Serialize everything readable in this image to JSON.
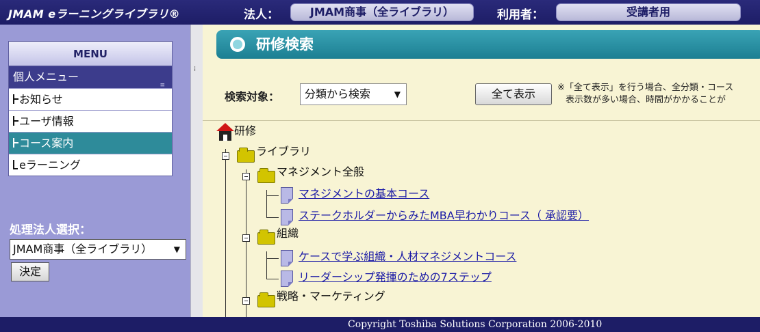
{
  "header": {
    "logo": "JMAM eラーニングライブラリ®",
    "corp_label": "法人：",
    "corp_value": "JMAM商事（全ライブラリ）",
    "user_label": "利用者：",
    "user_value": "受講者用"
  },
  "sidebar": {
    "menu_title": "MENU",
    "section": "個人メニュー",
    "items": [
      {
        "label": "お知らせ",
        "active": false
      },
      {
        "label": "ユーザ情報",
        "active": false
      },
      {
        "label": "コース案内",
        "active": true
      },
      {
        "label": "eラーニング",
        "active": false
      }
    ],
    "corp_select_label": "処理法人選択：",
    "corp_select_value": "JMAM商事（全ライブラリ）",
    "decide_button": "決定"
  },
  "main": {
    "title": "研修検索",
    "search_label": "検索対象：",
    "search_select_value": "分類から検索",
    "show_all_button": "全て表示",
    "note_line1": "※「全て表示」を行う場合、全分類・コース",
    "note_line2": "表示数が多い場合、時間がかかることが"
  },
  "tree": {
    "root": "研修",
    "library": "ライブラリ",
    "category1": "マネジメント全般",
    "course1_1": "マネジメントの基本コース",
    "course1_2": "ステークホルダーからみたMBA早わかりコース（ 承認要）",
    "category2": "組織",
    "course2_1": "ケースで学ぶ組織・人材マネジメントコース",
    "course2_2": "リーダーシップ発揮のための7ステップ",
    "category3": "戦略・マーケティング"
  },
  "footer": {
    "copyright": "Copyright Toshiba Solutions Corporation 2006-2010"
  },
  "colors": {
    "header_bg": "#1d1d66",
    "sidebar_bg": "#9a9ad6",
    "active_item": "#2e8b9a",
    "title_bar": "#1c7f92",
    "main_bg": "#f8f4d4",
    "link": "#1a1aa6"
  }
}
